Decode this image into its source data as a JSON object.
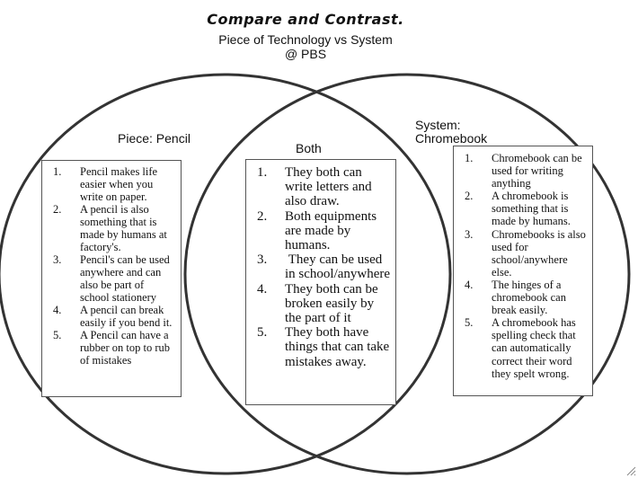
{
  "title": "Compare and Contrast.",
  "subtitle": {
    "line1": "Piece of Technology vs System",
    "line2": "@ PBS"
  },
  "left": {
    "label": "Piece: Pencil",
    "items": [
      {
        "num": "1.",
        "text": "Pencil makes life easier when you write on paper."
      },
      {
        "num": "2.",
        "text": "A pencil is also something that is made by humans at factory's."
      },
      {
        "num": "3.",
        "text": "Pencil's can be used anywhere and can also be part of school stationery"
      },
      {
        "num": "4.",
        "text": "A pencil can break easily if you bend it."
      },
      {
        "num": "5.",
        "text": "A Pencil can have a rubber on top to rub of mistakes"
      }
    ]
  },
  "middle": {
    "label": "Both",
    "items": [
      {
        "num": "1.",
        "text": "They both can write letters and also draw."
      },
      {
        "num": "2.",
        "text": "Both equipments are made by humans."
      },
      {
        "num": "3.",
        "text": " They can be used in school/anywhere"
      },
      {
        "num": "4.",
        "text": "They both can be broken easily by the part of it"
      },
      {
        "num": "5.",
        "text": "They both have things that can take mistakes away."
      }
    ]
  },
  "right": {
    "label_line1": "System:",
    "label_line2": "Chromebook",
    "items": [
      {
        "num": "1.",
        "text": "Chromebook can be used for writing anything"
      },
      {
        "num": "2.",
        "text": "A chromebook is something that is made by humans."
      },
      {
        "num": "3.",
        "text": "Chromebooks is also used for school/anywhere else."
      },
      {
        "num": "4.",
        "text": "The hinges of a chromebook can break easily."
      },
      {
        "num": "5.",
        "text": "A chromebook has spelling check that can automatically correct their word they spelt wrong."
      }
    ]
  }
}
